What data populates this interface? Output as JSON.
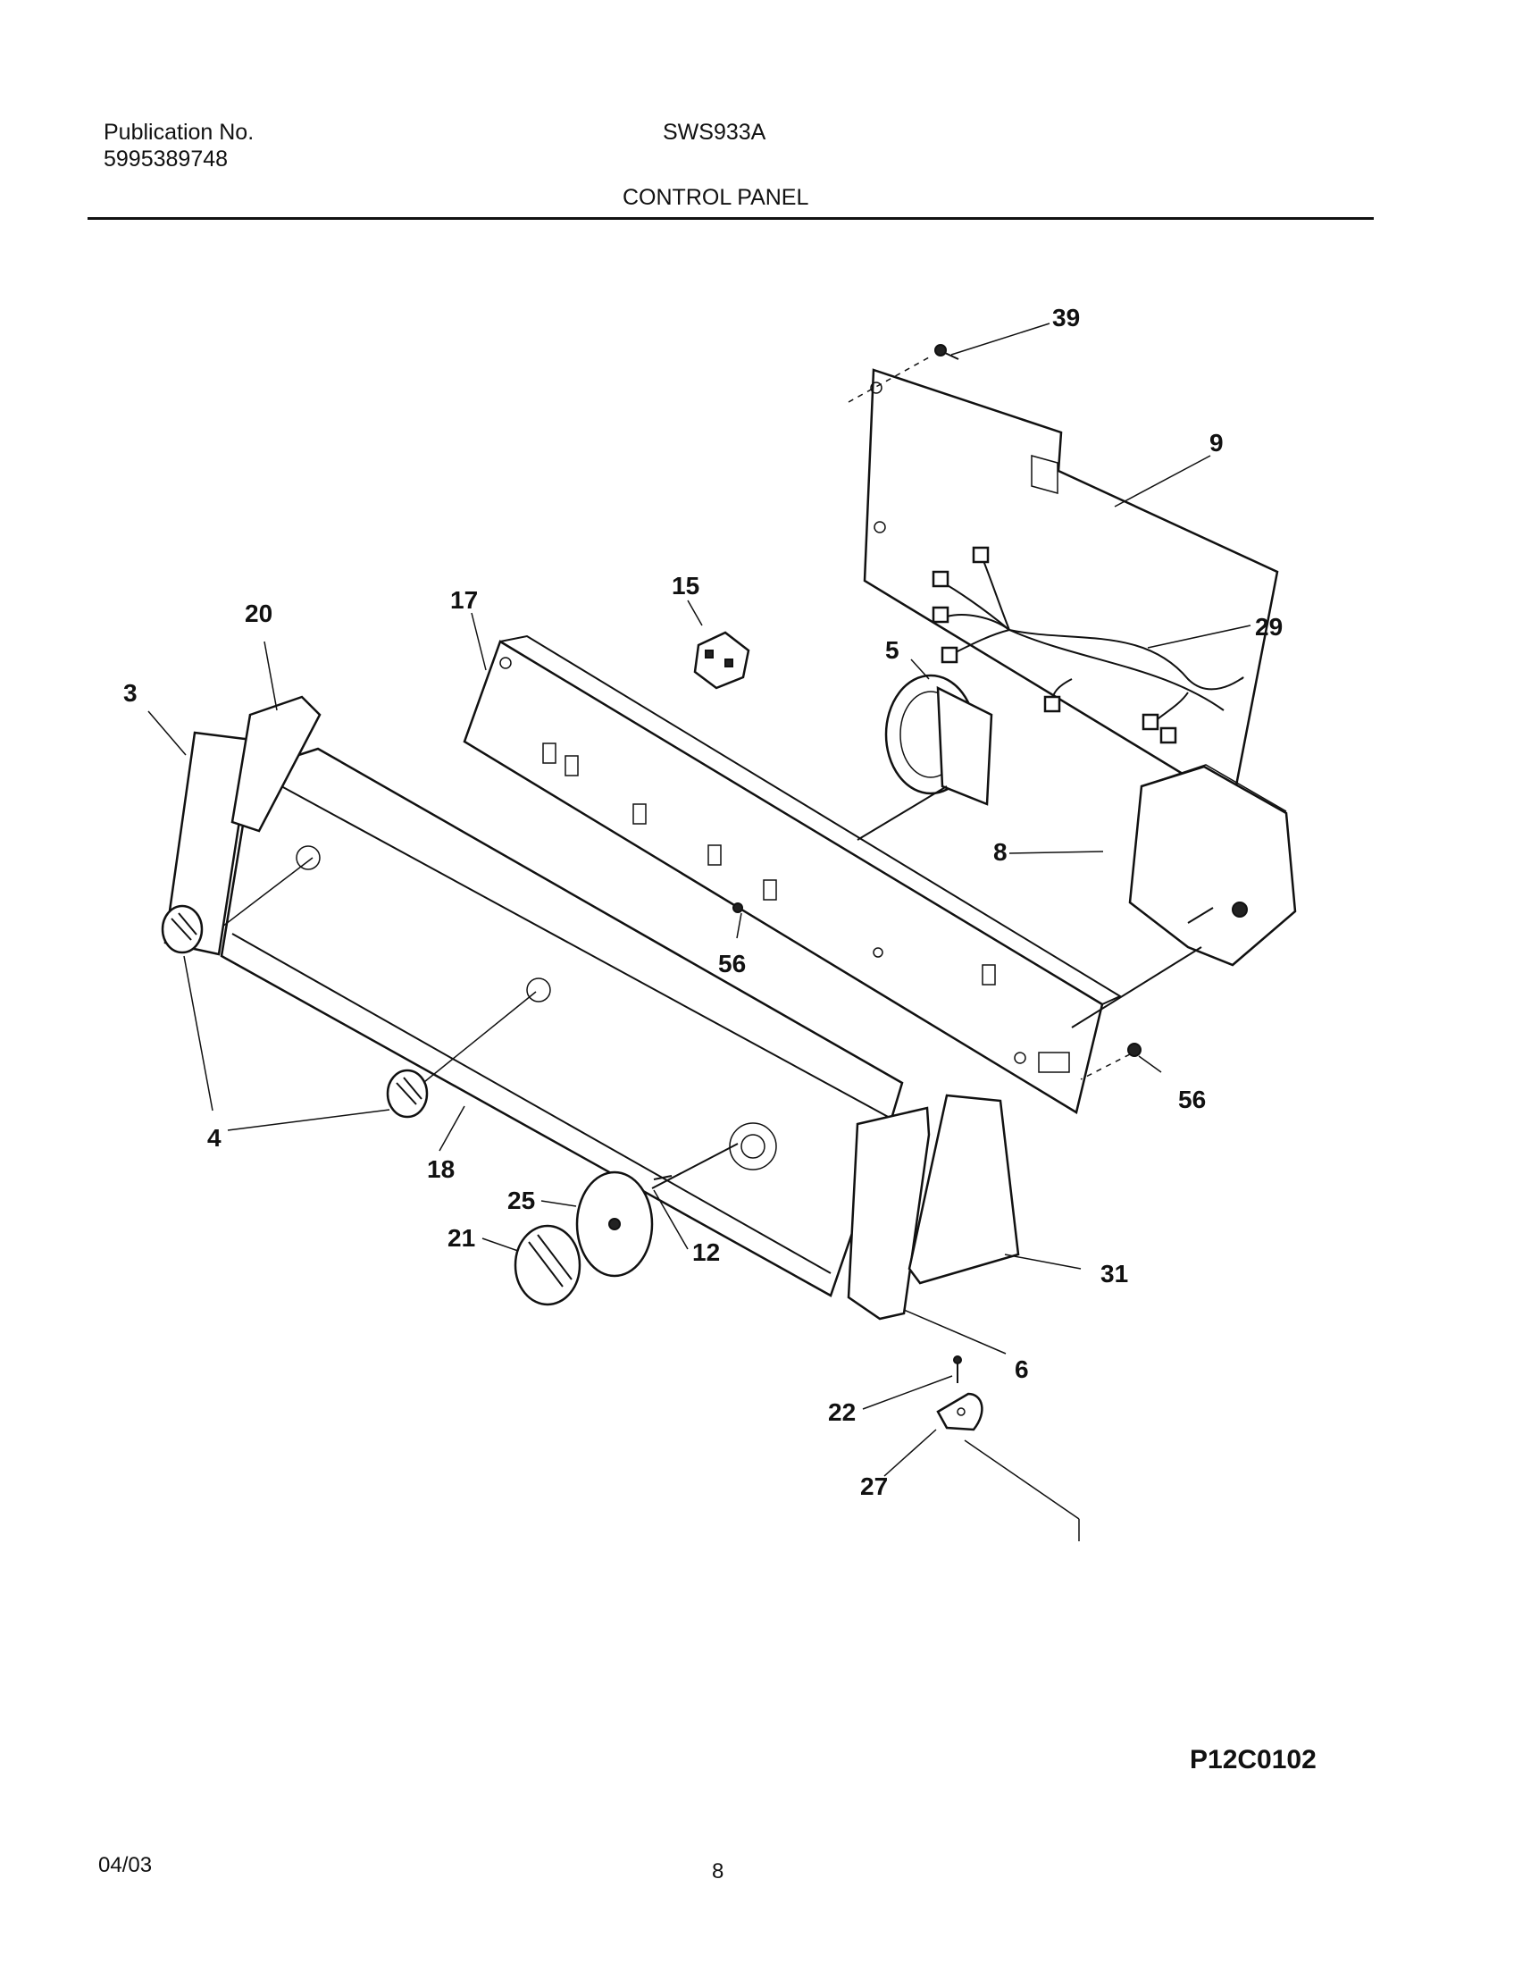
{
  "header": {
    "publication_label": "Publication No.",
    "publication_number": "5995389748",
    "model": "SWS933A",
    "section_title": "CONTROL PANEL"
  },
  "callouts": [
    "39",
    "9",
    "29",
    "15",
    "17",
    "20",
    "3",
    "5",
    "8",
    "56",
    "56",
    "4",
    "18",
    "25",
    "21",
    "12",
    "31",
    "6",
    "22",
    "27"
  ],
  "footer": {
    "diagram_code": "P12C0102",
    "date": "04/03",
    "page_number": "8"
  }
}
